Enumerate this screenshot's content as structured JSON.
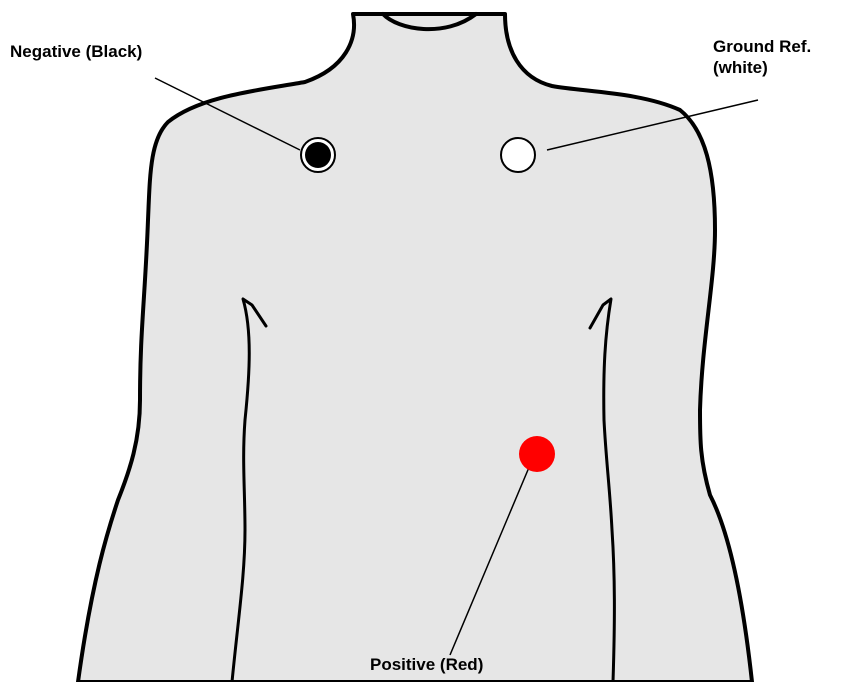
{
  "labels": {
    "negative": "Negative (Black)",
    "ground_line1": "Ground Ref.",
    "ground_line2": "(white)",
    "positive": "Positive (Red)"
  },
  "electrodes": [
    {
      "id": "negative",
      "fill": "#000000"
    },
    {
      "id": "ground",
      "fill": "#ffffff"
    },
    {
      "id": "positive",
      "fill": "#ff0000"
    }
  ],
  "colors": {
    "body_fill": "#e6e6e6",
    "outline": "#000000",
    "background": "#ffffff"
  }
}
